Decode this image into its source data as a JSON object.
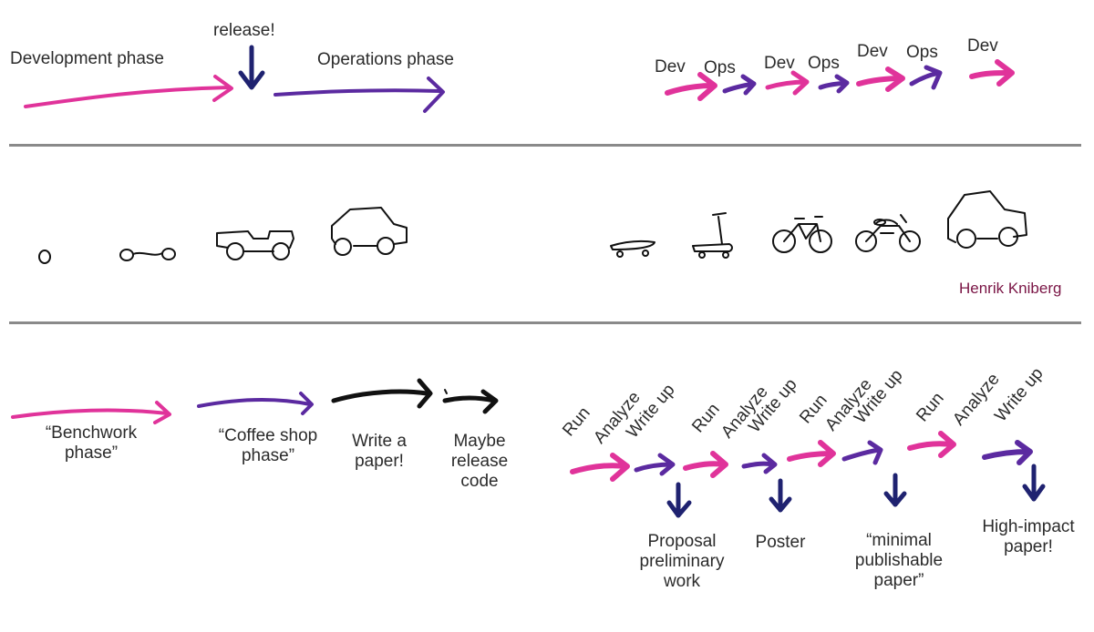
{
  "colors": {
    "pink": "#e0339a",
    "purple": "#5b2aa0",
    "navy": "#1f2270",
    "black": "#111111",
    "divider": "#8a8a8a",
    "credit": "#7a1545"
  },
  "top": {
    "development_phase": "Development phase",
    "release": "release!",
    "operations_phase": "Operations phase",
    "cycle_labels": [
      "Dev",
      "Ops",
      "Dev",
      "Ops",
      "Dev",
      "Ops",
      "Dev"
    ]
  },
  "middle": {
    "credit": "Henrik Kniberg",
    "left_icons": [
      "wheel-icon",
      "axle-icon",
      "chassis-icon",
      "car-icon"
    ],
    "right_icons": [
      "skateboard-icon",
      "scooter-icon",
      "bicycle-icon",
      "motorcycle-icon",
      "car-icon"
    ]
  },
  "bottom": {
    "benchwork_line1": "“Benchwork",
    "benchwork_line2": "phase”",
    "coffee_line1": "“Coffee shop",
    "coffee_line2": "phase”",
    "write_line1": "Write a",
    "write_line2": "paper!",
    "maybe_line1": "Maybe",
    "maybe_line2": "release",
    "maybe_line3": "code",
    "cycles": [
      {
        "run": "Run",
        "analyze": "Analyze",
        "write": "Write up"
      },
      {
        "run": "Run",
        "analyze": "Analyze",
        "write": "Write up"
      },
      {
        "run": "Run",
        "analyze": "Analyze",
        "write": "Write up"
      },
      {
        "run": "Run",
        "analyze": "Analyze",
        "write": "Write up"
      }
    ],
    "outputs": {
      "o1_line1": "Proposal",
      "o1_line2": "preliminary",
      "o1_line3": "work",
      "o2": "Poster",
      "o3_line1": "“minimal",
      "o3_line2": "publishable",
      "o3_line3": "paper”",
      "o4_line1": "High-impact",
      "o4_line2": "paper!"
    }
  }
}
